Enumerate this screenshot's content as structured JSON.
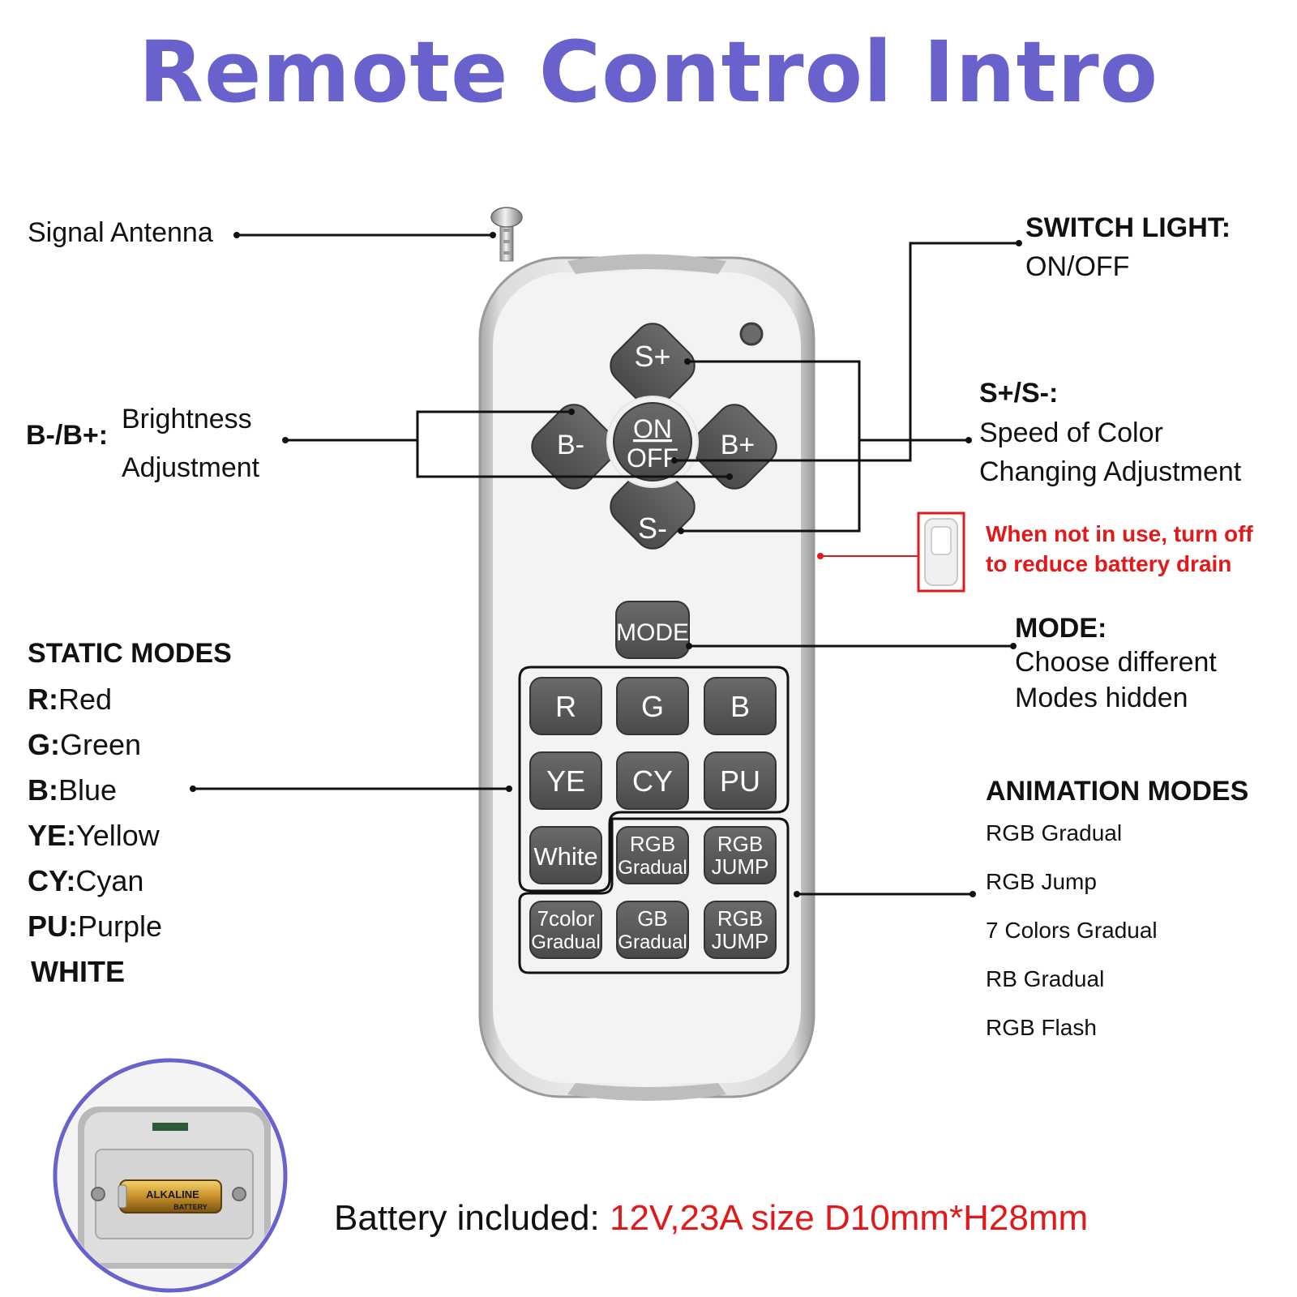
{
  "title": "Remote Control Intro",
  "labels": {
    "antenna": "Signal Antenna",
    "brightness_key": "B-/B+:",
    "brightness_line1": "Brightness",
    "brightness_line2": "Adjustment",
    "switch_title": "SWITCH LIGHT:",
    "switch_desc": "ON/OFF",
    "speed_title": "S+/S-:",
    "speed_line1": "Speed of Color",
    "speed_line2": "Changing Adjustment",
    "battery_warn_line1": "When not in use, turn off",
    "battery_warn_line2": "to reduce battery drain",
    "mode_title": "MODE:",
    "mode_line1": "Choose different",
    "mode_line2": "Modes hidden"
  },
  "static_modes": {
    "heading": "STATIC MODES",
    "items": [
      {
        "key": "R:",
        "value": "Red"
      },
      {
        "key": "G:",
        "value": "Green"
      },
      {
        "key": "B:",
        "value": "Blue"
      },
      {
        "key": "YE:",
        "value": "Yellow"
      },
      {
        "key": "CY:",
        "value": "Cyan"
      },
      {
        "key": "PU:",
        "value": "Purple"
      }
    ],
    "last": "WHITE"
  },
  "animation_modes": {
    "heading": "ANIMATION MODES",
    "items": [
      "RGB Gradual",
      "RGB Jump",
      "7 Colors Gradual",
      "RB Gradual",
      "RGB Flash"
    ]
  },
  "battery": {
    "prefix": "Battery included: ",
    "spec": "12V,23A size D10mm*H28mm",
    "cell_label": "ALKALINE",
    "cell_sub": "BATTERY"
  },
  "remote_buttons": {
    "s_plus": "S+",
    "s_minus": "S-",
    "b_minus": "B-",
    "b_plus": "B+",
    "on": "ON",
    "off": "OFF",
    "mode": "MODE",
    "r": "R",
    "g": "G",
    "b": "B",
    "ye": "YE",
    "cy": "CY",
    "pu": "PU",
    "white": "White",
    "rgb_gradual_1": "RGB",
    "rgb_gradual_2": "Gradual",
    "rgb_jump_1": "RGB",
    "rgb_jump_2": "JUMP",
    "color7_1": "7color",
    "color7_2": "Gradual",
    "gb_1": "GB",
    "gb_2": "Gradual",
    "rgb_jump2_1": "RGB",
    "rgb_jump2_2": "JUMP"
  },
  "colors": {
    "title": "#6a62cc",
    "warning": "#e0191a",
    "button": "#555555",
    "body": "#ececec"
  }
}
